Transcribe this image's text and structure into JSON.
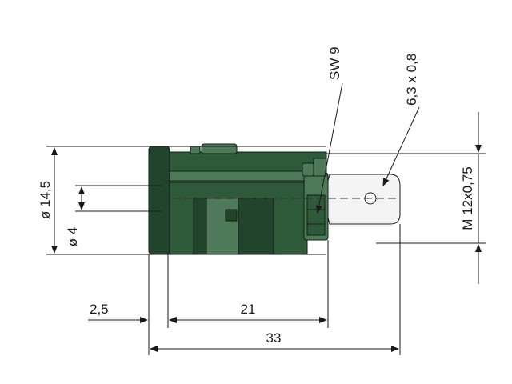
{
  "labels": {
    "wrench_size": "SW 9",
    "tab_size": "6,3 x 0,8",
    "outer_diameter": "ø 14,5",
    "bore_diameter": "ø 4",
    "thread": "M 12x0,75",
    "dim_flange": "2,5",
    "dim_body": "21",
    "dim_total": "33"
  },
  "colors": {
    "insulator": "#2f5a3a",
    "metal": "#f4f4f4",
    "line": "#1a1a1a"
  }
}
